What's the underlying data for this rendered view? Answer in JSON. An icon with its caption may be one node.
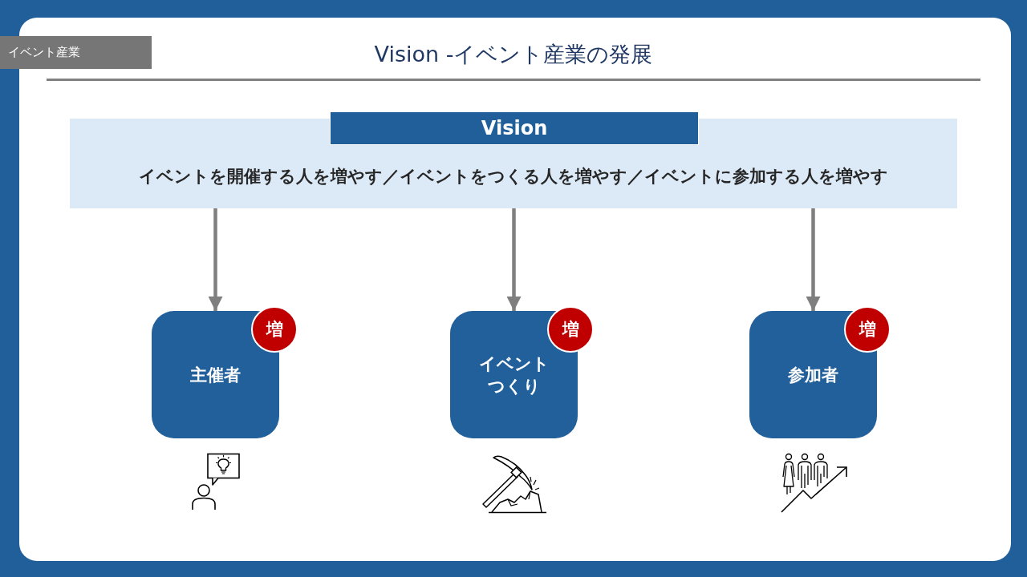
{
  "diagram": {
    "title": "Vision -イベント産業の発展",
    "nodes": [
      {
        "text": [
          "Vision",
          "イベントを開催する人を増やす／イベントをつくる人を増やす／イベントに参加する人を増やす"
        ]
      },
      {
        "text": [
          "主催者"
        ]
      },
      {
        "text": [
          "増"
        ]
      },
      {
        "text": [
          "イベントつくり"
        ]
      },
      {
        "text": [
          "増"
        ]
      },
      {
        "text": [
          "参加者"
        ]
      },
      {
        "text": [
          "増"
        ]
      }
    ],
    "edges": [
      {
        "from": 0,
        "to": 1,
        "arrow": "to"
      },
      {
        "from": 0,
        "to": 3,
        "arrow": "to"
      },
      {
        "from": 0,
        "to": 5,
        "arrow": "to"
      }
    ],
    "labels": [
      "イベント産業"
    ]
  }
}
